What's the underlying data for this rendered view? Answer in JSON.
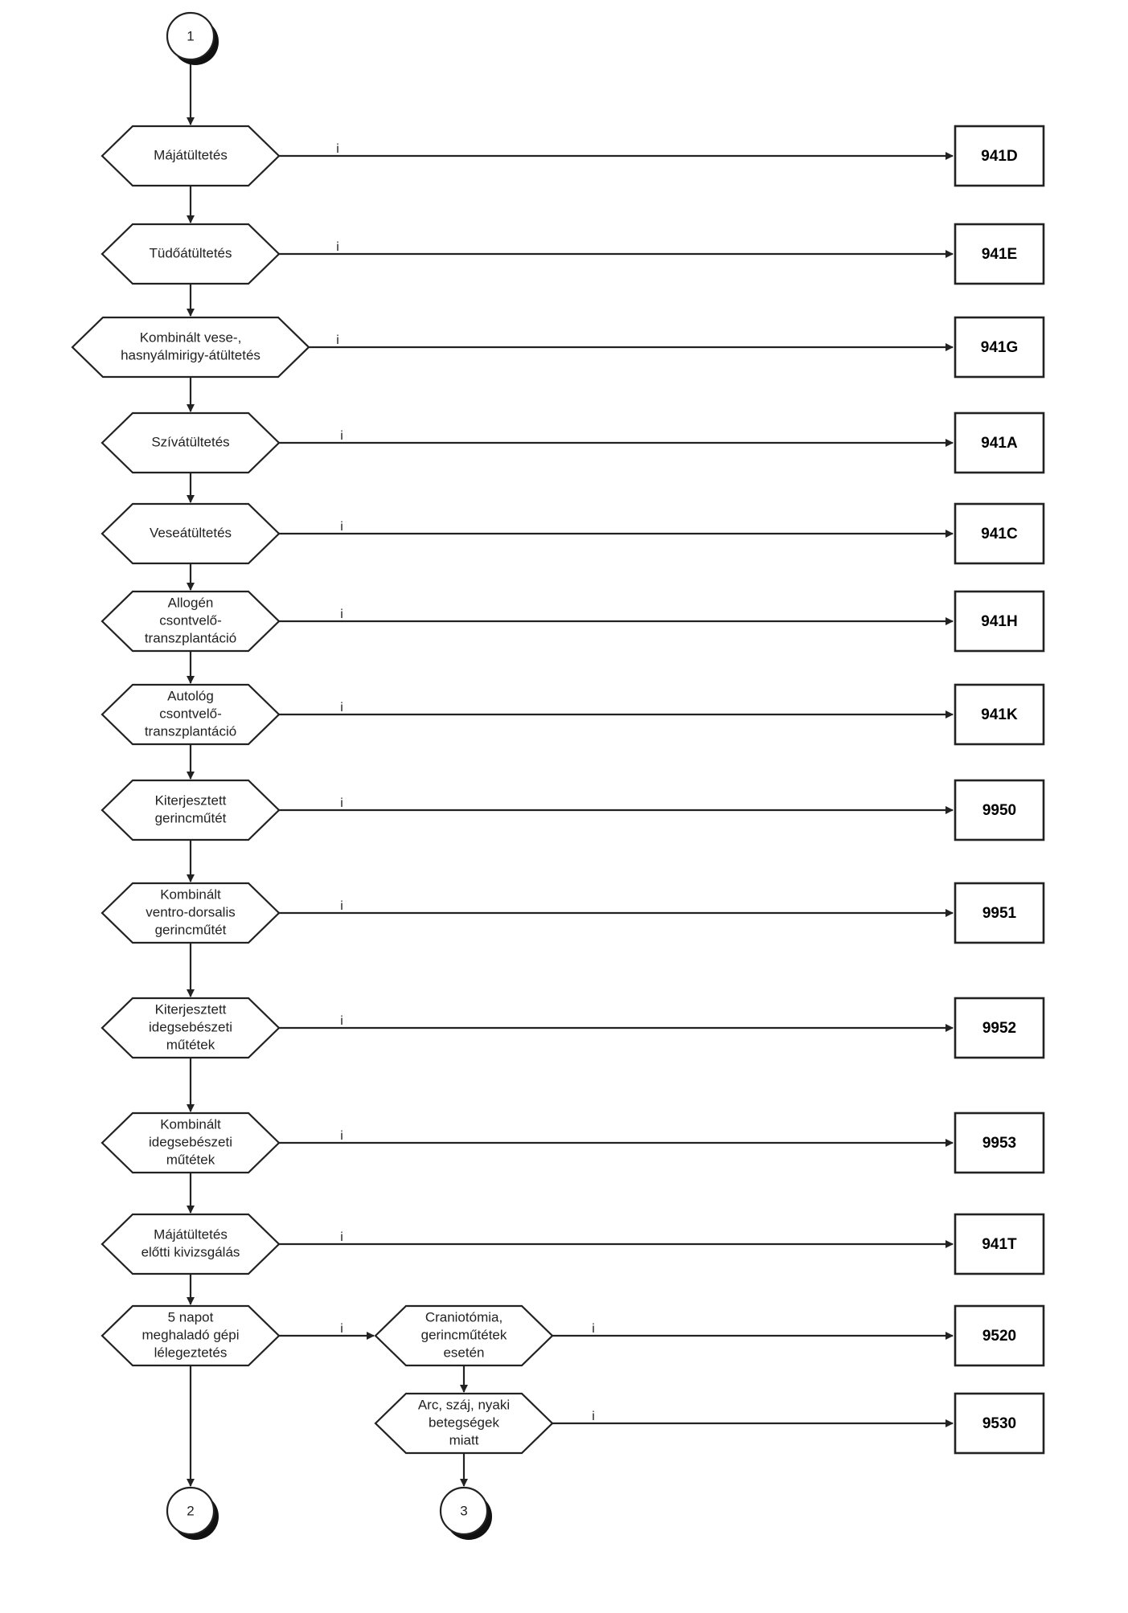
{
  "diagram": {
    "start_connector": "1",
    "end_connectors": [
      "2",
      "3"
    ],
    "edge_label": "i",
    "decisions": [
      {
        "lines": [
          "Májátültetés"
        ],
        "code": "941D"
      },
      {
        "lines": [
          "Tüdőátültetés"
        ],
        "code": "941E"
      },
      {
        "lines": [
          "Kombinált vese-,",
          "hasnyálmirigy-átültetés"
        ],
        "code": "941G"
      },
      {
        "lines": [
          "Szívátültetés"
        ],
        "code": "941A"
      },
      {
        "lines": [
          "Veseátültetés"
        ],
        "code": "941C"
      },
      {
        "lines": [
          "Allogén",
          "csontvelő-",
          "transzplantáció"
        ],
        "code": "941H"
      },
      {
        "lines": [
          "Autológ",
          "csontvelő-",
          "transzplantáció"
        ],
        "code": "941K"
      },
      {
        "lines": [
          "Kiterjesztett",
          "gerincműtét"
        ],
        "code": "9950"
      },
      {
        "lines": [
          "Kombinált",
          "ventro-dorsalis",
          "gerincműtét"
        ],
        "code": "9951"
      },
      {
        "lines": [
          "Kiterjesztett",
          "idegsebészeti",
          "műtétek"
        ],
        "code": "9952"
      },
      {
        "lines": [
          "Kombinált",
          "idegsebészeti",
          "műtétek"
        ],
        "code": "9953"
      },
      {
        "lines": [
          "Májátültetés",
          "előtti kivizsgálás"
        ],
        "code": "941T"
      },
      {
        "lines": [
          "5 napot",
          "meghaladó gépi",
          "lélegeztetés"
        ]
      }
    ],
    "sub_decisions": [
      {
        "lines": [
          "Craniotómia,",
          "gerincműtétek",
          "esetén"
        ],
        "code": "9520"
      },
      {
        "lines": [
          "Arc, száj, nyaki",
          "betegségek",
          "miatt"
        ],
        "code": "9530"
      }
    ],
    "colors": {
      "stroke": "#222222",
      "fill": "#ffffff",
      "shadow": "#111111"
    }
  }
}
